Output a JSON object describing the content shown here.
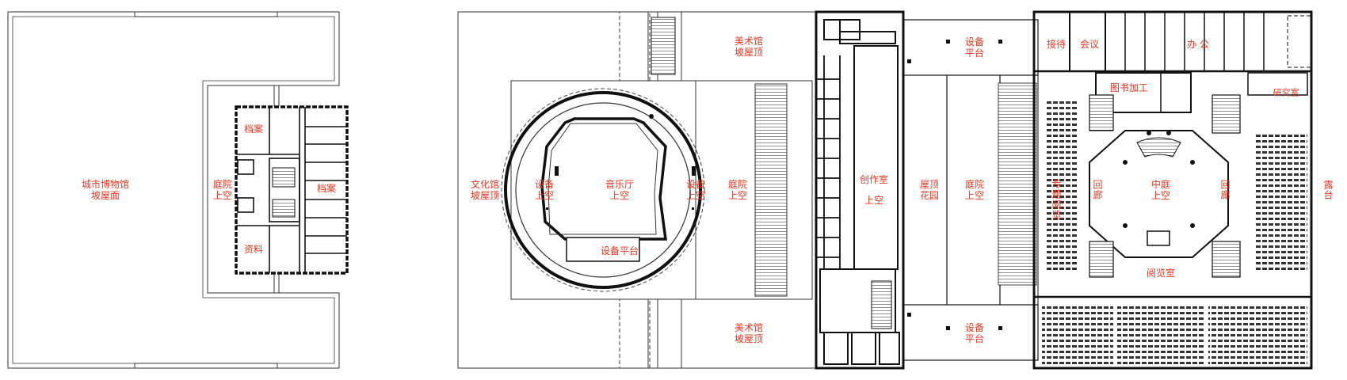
{
  "labels": {
    "city_museum_roof": [
      "城市博物馆",
      "坡屋面"
    ],
    "archive_1": [
      "档案"
    ],
    "courtyard_void_1": [
      "庭院",
      "上空"
    ],
    "archive_2": [
      "档案"
    ],
    "materials": [
      "资料"
    ],
    "cultural_roof": [
      "文化馆",
      "坡屋顶"
    ],
    "art_roof_top": [
      "美术馆",
      "坡屋顶"
    ],
    "equip_void_1": [
      "设备",
      "上空"
    ],
    "concert_hall_void": [
      "音乐厅",
      "上空"
    ],
    "equip_void_2": [
      "设备",
      "上空"
    ],
    "courtyard_void_2": [
      "庭院",
      "上空"
    ],
    "equip_platform_1": [
      "设备平台"
    ],
    "art_roof_bottom": [
      "美术馆",
      "坡屋顶"
    ],
    "studio": [
      "创作室"
    ],
    "studio_void": [
      "上空"
    ],
    "equip_platform_top": [
      "设备",
      "平台"
    ],
    "roof_garden": [
      "屋顶",
      "花园"
    ],
    "courtyard_void_3": [
      "庭院",
      "上空"
    ],
    "equip_platform_bottom": [
      "设备",
      "平台"
    ],
    "reception": [
      "接待"
    ],
    "meeting": [
      "会议"
    ],
    "office": [
      "办  公"
    ],
    "book_processing": [
      "图书加工"
    ],
    "study_room": [
      "研究室"
    ],
    "special_reading": [
      "专题阅览"
    ],
    "corridor_left": [
      "回廊"
    ],
    "atrium_void": [
      "中庭",
      "上空"
    ],
    "corridor_right": [
      "回廊"
    ],
    "reading_room": [
      "阅览室"
    ],
    "terrace": [
      "露台"
    ]
  }
}
